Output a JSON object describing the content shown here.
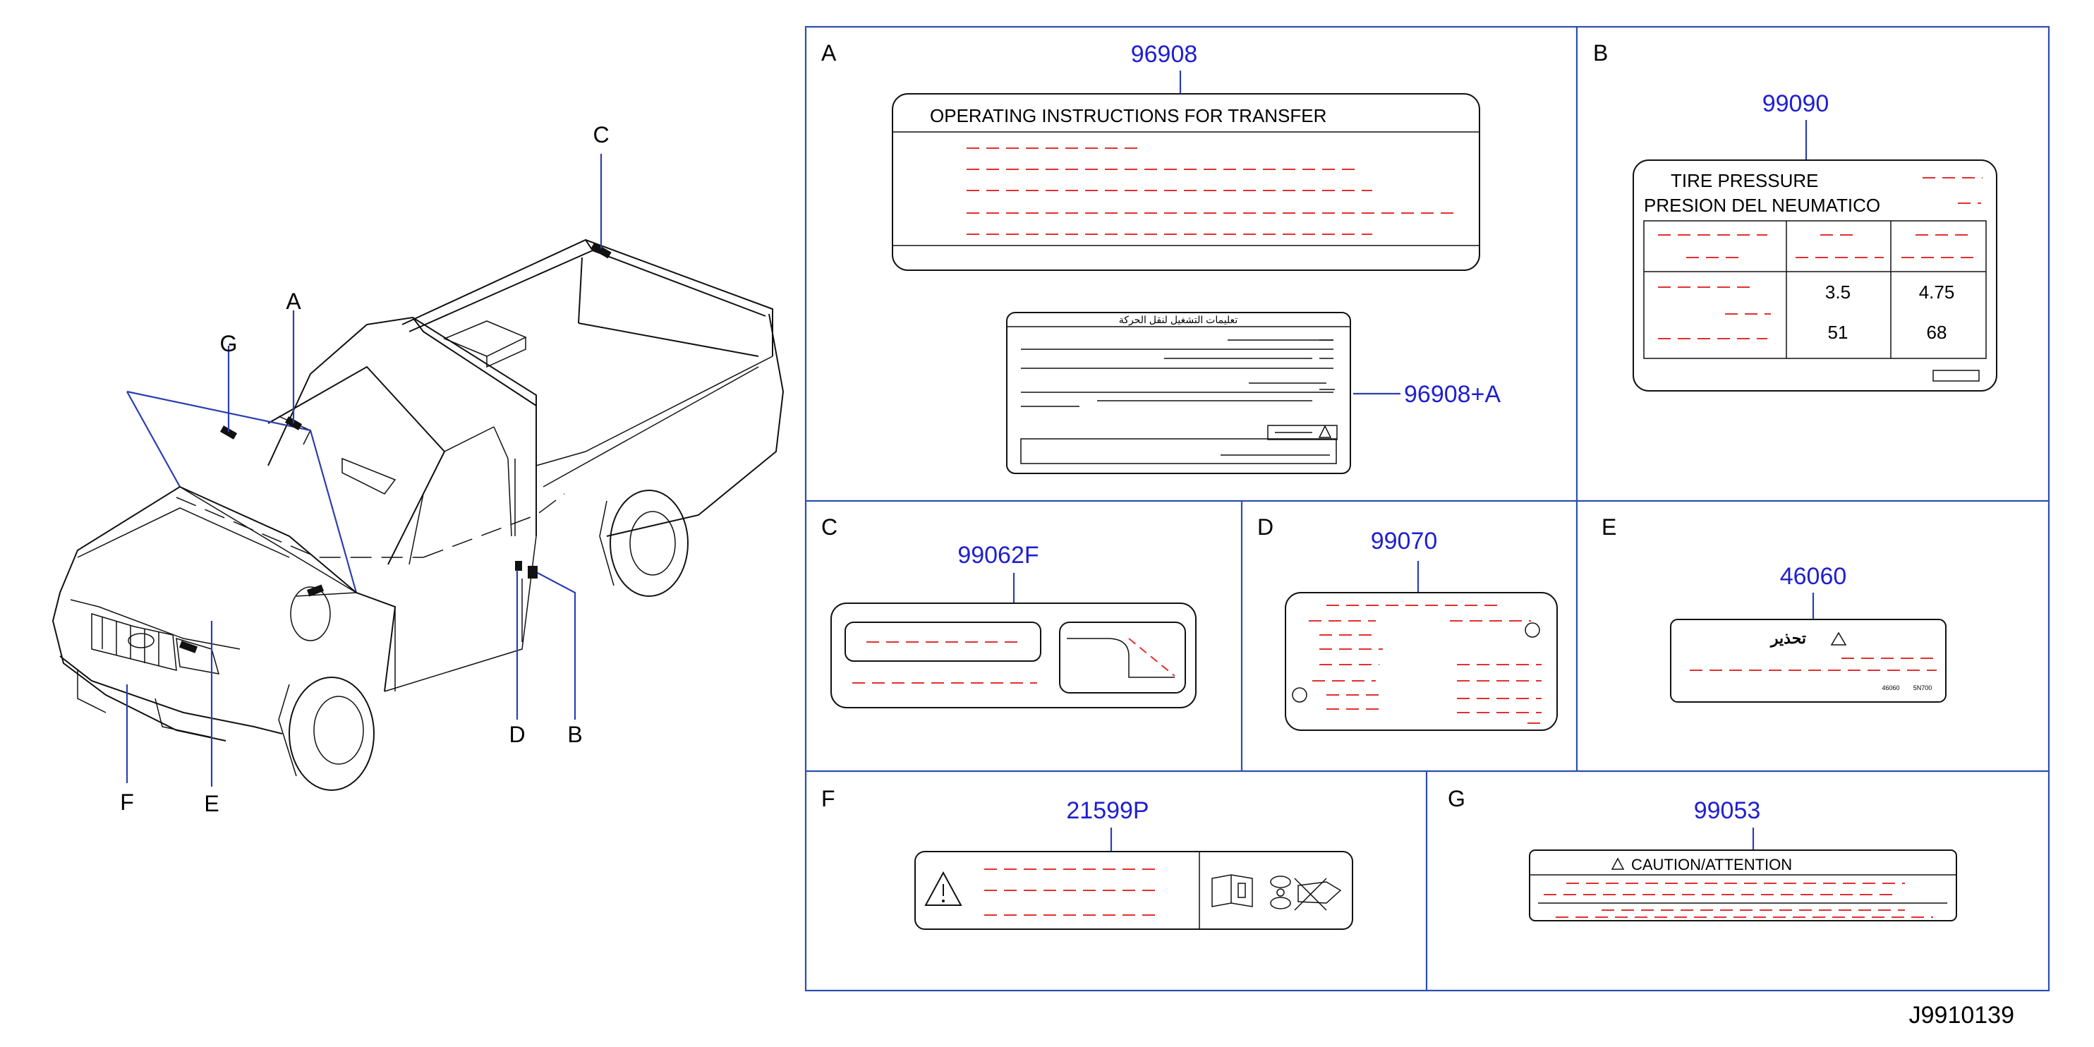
{
  "callouts": {
    "A": "A",
    "B": "B",
    "C": "C",
    "D": "D",
    "E": "E",
    "F": "F",
    "G": "G"
  },
  "panels": {
    "A": {
      "letter": "A",
      "part_number": "96908",
      "label_title": "OPERATING   INSTRUCTIONS   FOR   TRANSFER",
      "part_number_2": "96908+A",
      "arabic_title": "تعليمات التشغيل لنقل الحركة"
    },
    "B": {
      "letter": "B",
      "part_number": "99090",
      "title_en": "TIRE   PRESSURE",
      "title_es": "PRESION   DEL   NEUMATICO",
      "values": [
        [
          "3.5",
          "4.75"
        ],
        [
          "51",
          "68"
        ]
      ]
    },
    "C": {
      "letter": "C",
      "part_number": "99062F"
    },
    "D": {
      "letter": "D",
      "part_number": "99070"
    },
    "E": {
      "letter": "E",
      "part_number": "46060",
      "arabic_warning": "تحذير",
      "small_code_1": "46060",
      "small_code_2": "5N700"
    },
    "F": {
      "letter": "F",
      "part_number": "21599P"
    },
    "G": {
      "letter": "G",
      "part_number": "99053",
      "caution_text": "CAUTION/ATTENTION"
    }
  },
  "figure_id": "J9910139",
  "icons": [
    "warning-triangle-icon",
    "manual-book-icon",
    "fan-hand-warning-icon"
  ]
}
